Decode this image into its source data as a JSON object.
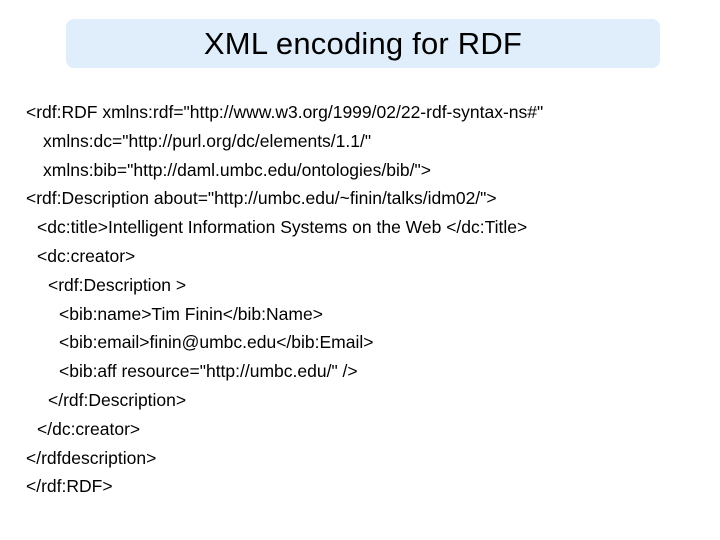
{
  "slide": {
    "title": "XML encoding for RDF",
    "lines": [
      "<rdf:RDF xmlns:rdf=\"http://www.w3.org/1999/02/22-rdf-syntax-ns#\"",
      "xmlns:dc=\"http://purl.org/dc/elements/1.1/\"",
      "xmlns:bib=\"http://daml.umbc.edu/ontologies/bib/\">",
      "<rdf:Description about=\"http://umbc.edu/~finin/talks/idm02/\">",
      "<dc:title>Intelligent Information Systems on the Web </dc:Title>",
      "<dc:creator>",
      "<rdf:Description >",
      "<bib:name>Tim Finin</bib:Name>",
      "<bib:email>finin@umbc.edu</bib:Email>",
      "<bib:aff resource=\"http://umbc.edu/\" />",
      "</rdf:Description>",
      "</dc:creator>",
      "</rdfdescription>",
      "</rdf:RDF>"
    ]
  }
}
